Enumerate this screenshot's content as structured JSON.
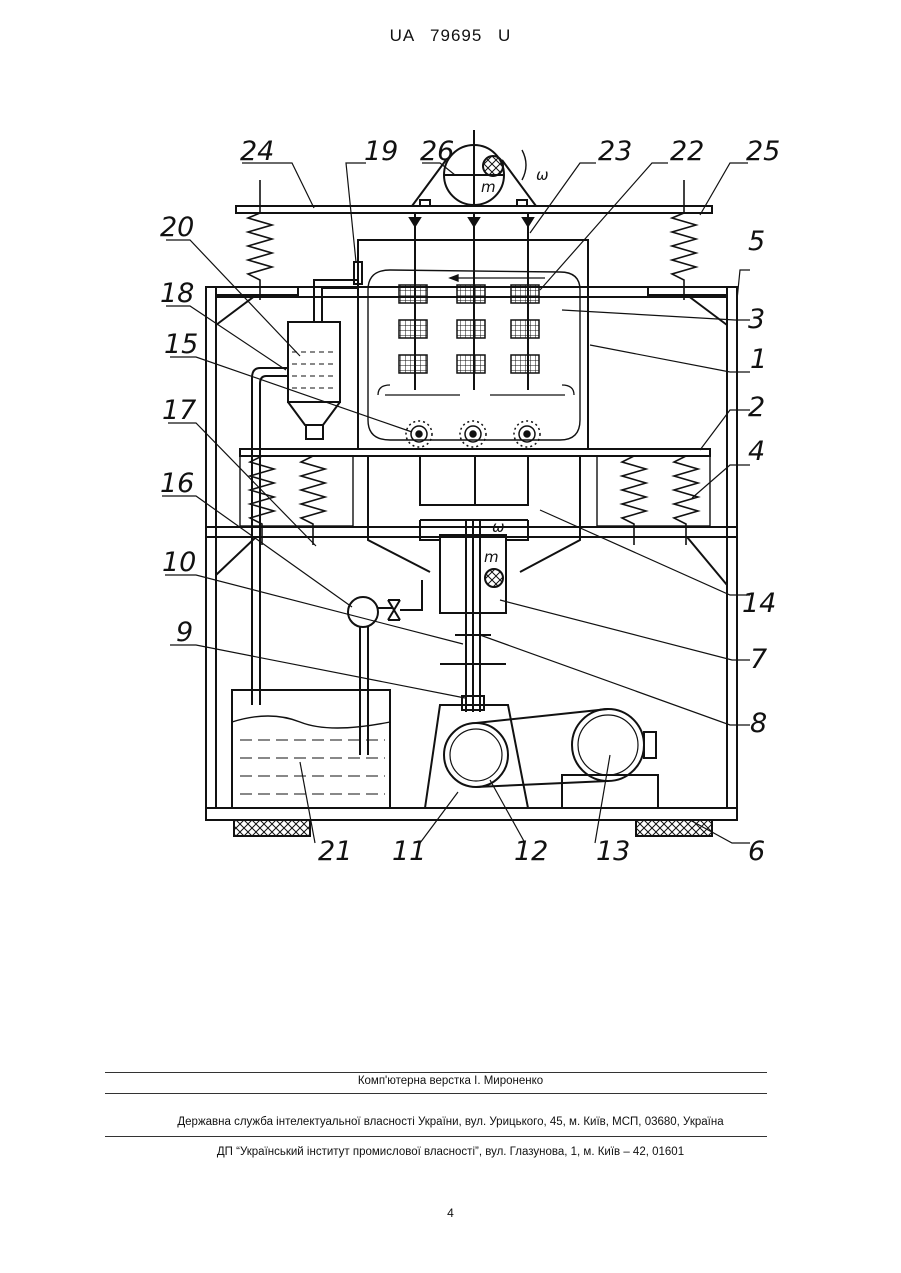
{
  "header": {
    "patent_number": "UA   79695   U"
  },
  "drawing": {
    "labels": {
      "l1": "1",
      "l2": "2",
      "l3": "3",
      "l4": "4",
      "l5": "5",
      "l6": "6",
      "l7": "7",
      "l8": "8",
      "l9": "9",
      "l10": "10",
      "l11": "11",
      "l12": "12",
      "l13": "13",
      "l14": "14",
      "l15": "15",
      "l16": "16",
      "l17": "17",
      "l18": "18",
      "l19": "19",
      "l20": "20",
      "l21": "21",
      "l22": "22",
      "l23": "23",
      "l24": "24",
      "l25": "25",
      "l26": "26"
    },
    "symbols": {
      "omega_top": "ω",
      "mass_top": "m",
      "omega_mid": "ω",
      "mass_mid": "m"
    }
  },
  "footer": {
    "layout_credit": "Комп'ютерна верстка І. Мироненко",
    "agency": "Державна служба інтелектуальної власності України, вул. Урицького, 45, м. Київ, МСП, 03680, Україна",
    "institute": "ДП “Український інститут промислової власності”, вул. Глазунова, 1, м. Київ – 42, 01601",
    "page_number": "4"
  }
}
